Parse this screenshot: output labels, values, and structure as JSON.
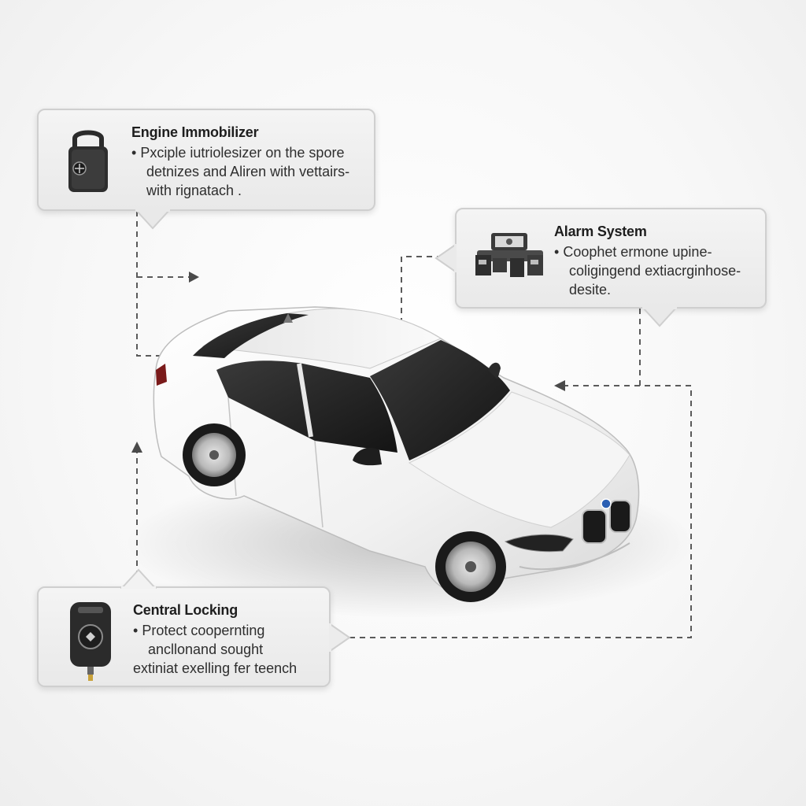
{
  "callouts": {
    "engine_immobilizer": {
      "title": "Engine Immobilizer",
      "bullet": "•",
      "lines": [
        "Pxciple iutriolesizer on the spore",
        "detnizes and Aliren with vettairs-",
        "with rignatach ."
      ],
      "icon": "padlock-icon"
    },
    "alarm_system": {
      "title": "Alarm System",
      "bullet": "•",
      "lines": [
        "Coophet ermone upine-",
        "coligingend extiacrginhose-",
        "desite."
      ],
      "icon": "alarm-module-icon"
    },
    "central_locking": {
      "title": "Central Locking",
      "bullet": "•",
      "lines": [
        "Protect coopernting",
        "ancllonand sought",
        "extiniat exelling fer teench"
      ],
      "icon": "key-fob-icon"
    }
  },
  "colors": {
    "car_body": "#f3f3f3",
    "glass": "#2a2a2a",
    "connector": "#555555",
    "panel": "#ececec"
  }
}
